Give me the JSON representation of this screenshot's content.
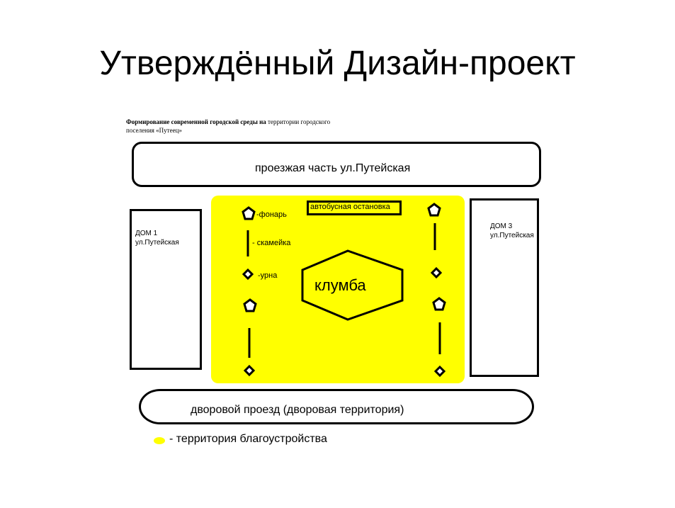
{
  "slide": {
    "title": "Утверждённый Дизайн-проект"
  },
  "header": {
    "line_bold": "Формирование современной городской среды на",
    "line_rest": " территории  городского",
    "line2": "поселения «Путеец»"
  },
  "diagram": {
    "road_top_label": "проезжая часть ул.Путейская",
    "road_bottom_label": "дворовой проезд (дворовая территория)",
    "house1": {
      "name": "ДОМ 1",
      "street": "ул.Путейская"
    },
    "house3": {
      "name": "ДОМ 3",
      "street": "ул.Путейская"
    },
    "bus_stop_label": "автобусная остановка",
    "flowerbed_label": "клумба",
    "lamp_label": "-фонарь",
    "bench_label": "- скамейка",
    "urn_label": "-урна"
  },
  "legend": {
    "text": "- территория благоустройства",
    "color": "#ffff00"
  },
  "colors": {
    "yard": "#ffff00",
    "stroke": "#000000"
  }
}
